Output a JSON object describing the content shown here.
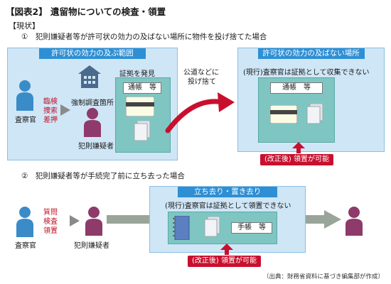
{
  "title": "【図表2】 遺留物についての検査・領置",
  "section": "【現状】",
  "case1": {
    "label": "①　犯則嫌疑者等が許可状の効力の及ばない場所に物件を投げ捨てた場合",
    "left_panel_header": "許可状の効力の及ぶ範囲",
    "right_panel_header": "許可状の効力の及ばない場所",
    "inspector_label": "査察官",
    "actions": [
      "臨検",
      "捜索",
      "差押"
    ],
    "site_label": "強制調査箇所",
    "suspect_label": "犯則嫌疑者",
    "found_label": "証拠を発見",
    "passbook_label": "通帳　等",
    "throw_label_1": "公道などに",
    "throw_label_2": "投げ捨て",
    "current_text": "(現行)査察官は証拠として収集できない",
    "amend_text": "(改正後) 領置が可能"
  },
  "case2": {
    "label": "②　犯則嫌疑者等が手続完了前に立ち去った場合",
    "panel_header": "立ち去り・置き去り",
    "inspector_label": "査察官",
    "actions": [
      "質問",
      "検査",
      "領置"
    ],
    "suspect_label": "犯則嫌疑者",
    "current_text": "(現行)査察官は証拠として領置できない",
    "passbook_label": "手帳　等",
    "amend_text": "(改正後) 領置が可能"
  },
  "source": "（出典：財務省資料に基づき編集部が作成）",
  "colors": {
    "panel_fill": "#cfe6f6",
    "panel_header": "#2e8fd4",
    "person_blue": "#3a8cc8",
    "person_purple": "#8e3a6b",
    "accent_red": "#c8102e",
    "arrow_gray": "#9aa59a",
    "building": "#4a6a8c"
  }
}
